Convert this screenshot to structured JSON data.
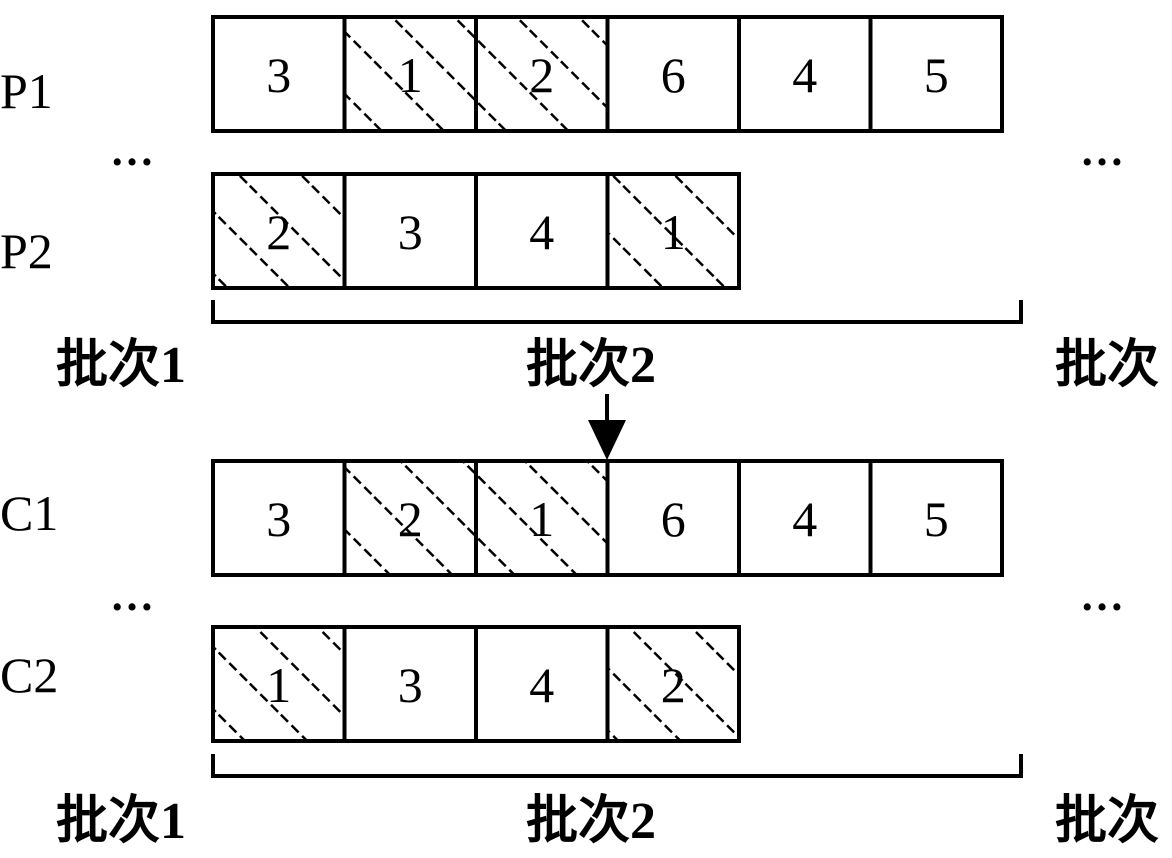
{
  "rows": [
    {
      "label": "P1",
      "cells": [
        {
          "value": "3",
          "hatched": false
        },
        {
          "value": "1",
          "hatched": true
        },
        {
          "value": "2",
          "hatched": true
        },
        {
          "value": "6",
          "hatched": false
        },
        {
          "value": "4",
          "hatched": false
        },
        {
          "value": "5",
          "hatched": false
        }
      ]
    },
    {
      "label": "P2",
      "cells": [
        {
          "value": "2",
          "hatched": true
        },
        {
          "value": "3",
          "hatched": false
        },
        {
          "value": "4",
          "hatched": false
        },
        {
          "value": "1",
          "hatched": true
        }
      ]
    },
    {
      "label": "C1",
      "cells": [
        {
          "value": "3",
          "hatched": false
        },
        {
          "value": "2",
          "hatched": true
        },
        {
          "value": "1",
          "hatched": true
        },
        {
          "value": "6",
          "hatched": false
        },
        {
          "value": "4",
          "hatched": false
        },
        {
          "value": "5",
          "hatched": false
        }
      ]
    },
    {
      "label": "C2",
      "cells": [
        {
          "value": "1",
          "hatched": true
        },
        {
          "value": "3",
          "hatched": false
        },
        {
          "value": "4",
          "hatched": false
        },
        {
          "value": "2",
          "hatched": true
        }
      ]
    }
  ],
  "groups": [
    {
      "batch_labels": [
        "批次1",
        "批次2",
        "批次"
      ],
      "ellipsis": "…"
    },
    {
      "batch_labels": [
        "批次1",
        "批次2",
        "批次"
      ],
      "ellipsis": "…"
    }
  ],
  "colors": {
    "stroke": "#000000",
    "background": "#ffffff",
    "hatch": "#000000"
  }
}
